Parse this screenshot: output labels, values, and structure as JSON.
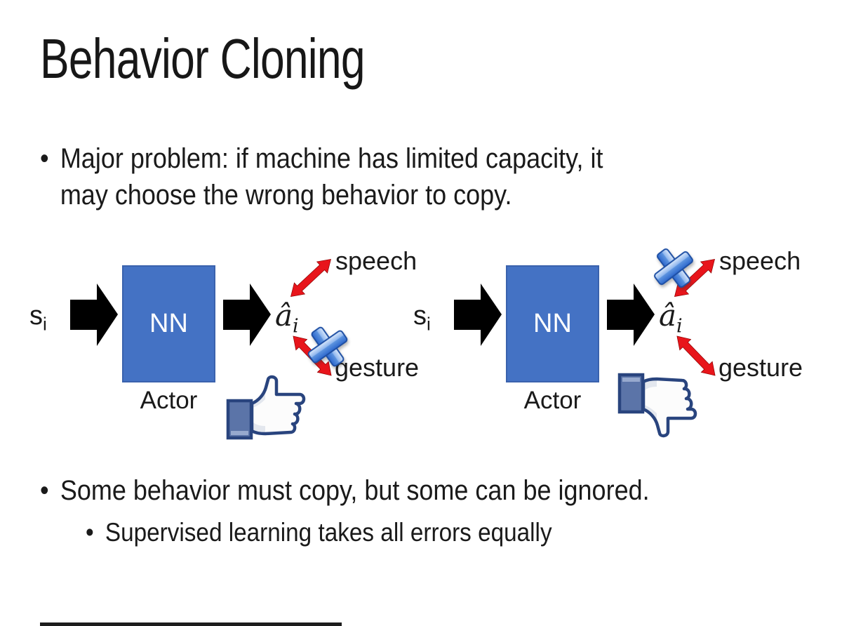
{
  "slide": {
    "title": "Behavior Cloning",
    "bullet_char": "•",
    "bullet1": "Major problem: if machine has limited capacity, it\nmay choose the wrong behavior to copy.",
    "bullet2": "Some behavior must copy, but some can be ignored.",
    "bullet2_sub": "Supervised learning takes all errors equally"
  },
  "diagram": {
    "state_base": "s",
    "state_sub": "i",
    "nn_label": "NN",
    "actor_label": "Actor",
    "action_base": "â",
    "action_sub": "i",
    "speech_label": "speech",
    "gesture_label": "gesture",
    "left": {
      "feedback_icon": "thumbs-up-icon",
      "blocked_action": "gesture"
    },
    "right": {
      "feedback_icon": "thumbs-down-icon",
      "blocked_action": "speech"
    },
    "icons": {
      "flow": "block-arrow-icon",
      "relation": "red-double-arrow-icon",
      "blocked": "blue-cross-icon"
    },
    "colors": {
      "nn_box": "#4472C4",
      "nn_box_border": "#3A62AD",
      "arrow_black": "#000000",
      "arrow_red": "#E8151B",
      "cross_blue": "#4A86DD",
      "thumb_navy": "#29447E",
      "thumb_sleeve": "#5B74A8",
      "text": "#1A1A1A"
    }
  }
}
